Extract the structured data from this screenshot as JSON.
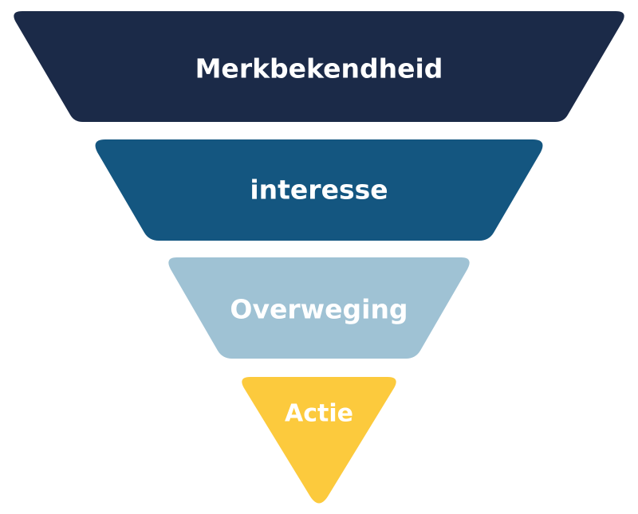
{
  "funnel": {
    "stages": [
      {
        "label": "Merkbekendheid",
        "color": "#1b2a48"
      },
      {
        "label": "interesse",
        "color": "#145680"
      },
      {
        "label": "Overweging",
        "color": "#9fc2d4"
      },
      {
        "label": "Actie",
        "color": "#fcca3d"
      }
    ]
  }
}
